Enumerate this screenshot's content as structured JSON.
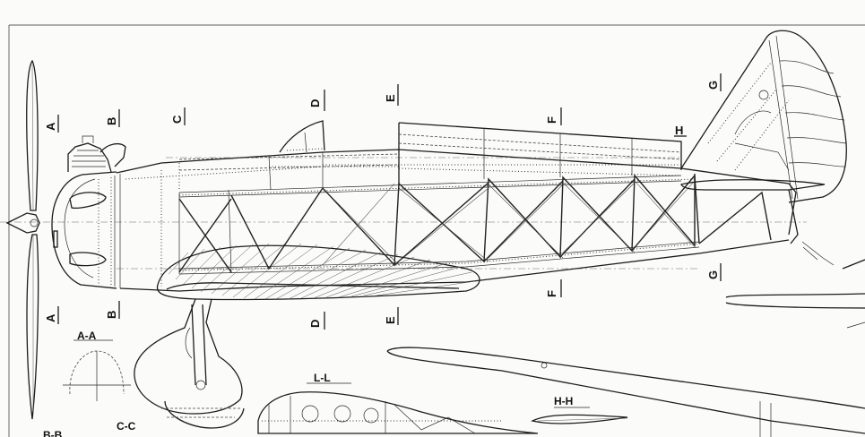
{
  "section_marks": [
    {
      "id": "A-top",
      "letter": "A"
    },
    {
      "id": "A-bottom",
      "letter": "A"
    },
    {
      "id": "B-top",
      "letter": "B"
    },
    {
      "id": "B-bottom",
      "letter": "B"
    },
    {
      "id": "C-top",
      "letter": "C"
    },
    {
      "id": "D-top",
      "letter": "D"
    },
    {
      "id": "D-bottom",
      "letter": "D"
    },
    {
      "id": "E-top",
      "letter": "E"
    },
    {
      "id": "E-bottom",
      "letter": "E"
    },
    {
      "id": "F-top",
      "letter": "F"
    },
    {
      "id": "F-bottom",
      "letter": "F"
    },
    {
      "id": "G-top",
      "letter": "G"
    },
    {
      "id": "G-bottom",
      "letter": "G"
    },
    {
      "id": "H-top",
      "letter": "H"
    }
  ],
  "section_titles": {
    "aa": "A-A",
    "bb": "B-B",
    "cc": "C-C",
    "ll": "L-L",
    "hh": "H-H"
  }
}
